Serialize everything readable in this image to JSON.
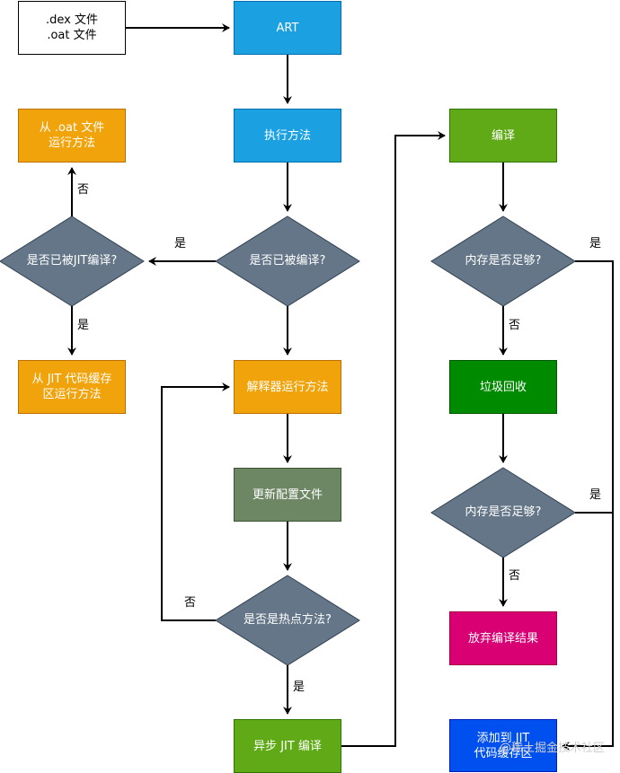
{
  "colors": {
    "blue": "#1ba1e2",
    "orange": "#f0a30a",
    "lime": "#60a917",
    "darkgreen": "#008a00",
    "olive": "#6d8764",
    "slate": "#647687",
    "magenta": "#d80073",
    "cobalt": "#0050ef"
  },
  "nodes": {
    "input_files": ".dex 文件\n.oat 文件",
    "art": "ART",
    "exec_method": "执行方法",
    "is_compiled": "是否已被编译?",
    "is_jit_compiled": "是否已被JIT编译?",
    "run_from_oat": "从 .oat 文件\n运行方法",
    "run_from_jit_cache": "从 JIT 代码缓存\n区运行方法",
    "interpreter_run": "解释器运行方法",
    "update_profile": "更新配置文件",
    "is_hot_method": "是否是热点方法?",
    "async_jit_compile": "异步 JIT 编译",
    "compile": "编译",
    "memory_enough_1": "内存是否足够?",
    "gc": "垃圾回收",
    "memory_enough_2": "内存是否足够?",
    "discard_result": "放弃编译结果",
    "add_to_jit_cache": "添加到 JIT\n代码缓存区"
  },
  "edge_labels": {
    "compiled_yes": "是",
    "jit_no": "否",
    "jit_yes": "是",
    "hot_no": "否",
    "hot_yes": "是",
    "mem1_yes": "是",
    "mem1_no": "否",
    "mem2_yes": "是",
    "mem2_no": "否"
  },
  "watermark": "@稀土掘金技术社区"
}
